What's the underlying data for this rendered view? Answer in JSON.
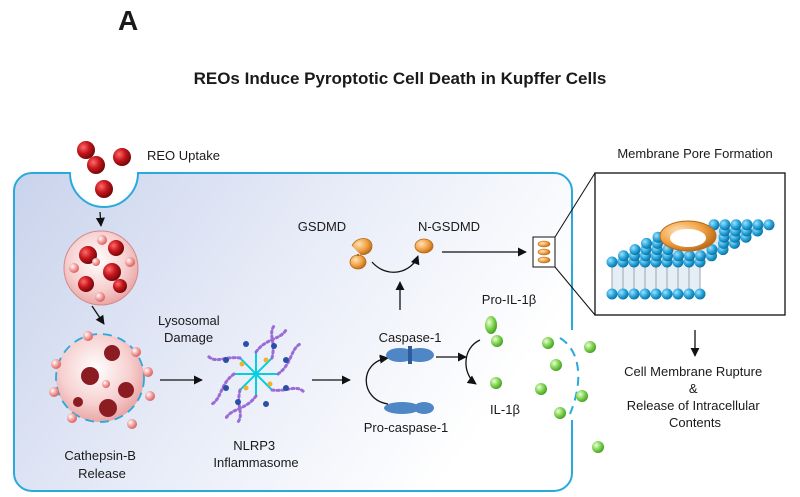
{
  "panel_letter": "A",
  "title": "REOs Induce Pyroptotic Cell Death in Kupffer Cells",
  "labels": {
    "reo_uptake": "REO Uptake",
    "lysosomal_damage": [
      "Lysosomal",
      "Damage"
    ],
    "cathepsin_release": [
      "Cathepsin-B",
      "Release"
    ],
    "nlrp3": [
      "NLRP3",
      "Inflammasome"
    ],
    "caspase1": "Caspase-1",
    "pro_caspase1": "Pro-caspase-1",
    "gsdmd": "GSDMD",
    "n_gsdmd": "N-GSDMD",
    "pro_il1b": "Pro-IL-1β",
    "il1b": "IL-1β",
    "membrane_pore": "Membrane Pore Formation",
    "rupture": [
      "Cell Membrane Rupture",
      "&",
      "Release of Intracellular",
      "Contents"
    ]
  },
  "colors": {
    "cell_border": "#2aa9dd",
    "cell_fill_start": "#cfd8ee",
    "cell_fill_end": "#ffffff",
    "reo_particle": "#b3141a",
    "pink_particle": "#e88a8a",
    "gsdmd": "#e8963a",
    "caspase": "#4f86c6",
    "il1b": "#6cc644",
    "lipid_head": "#1e9fd6",
    "arrow": "#111111"
  }
}
